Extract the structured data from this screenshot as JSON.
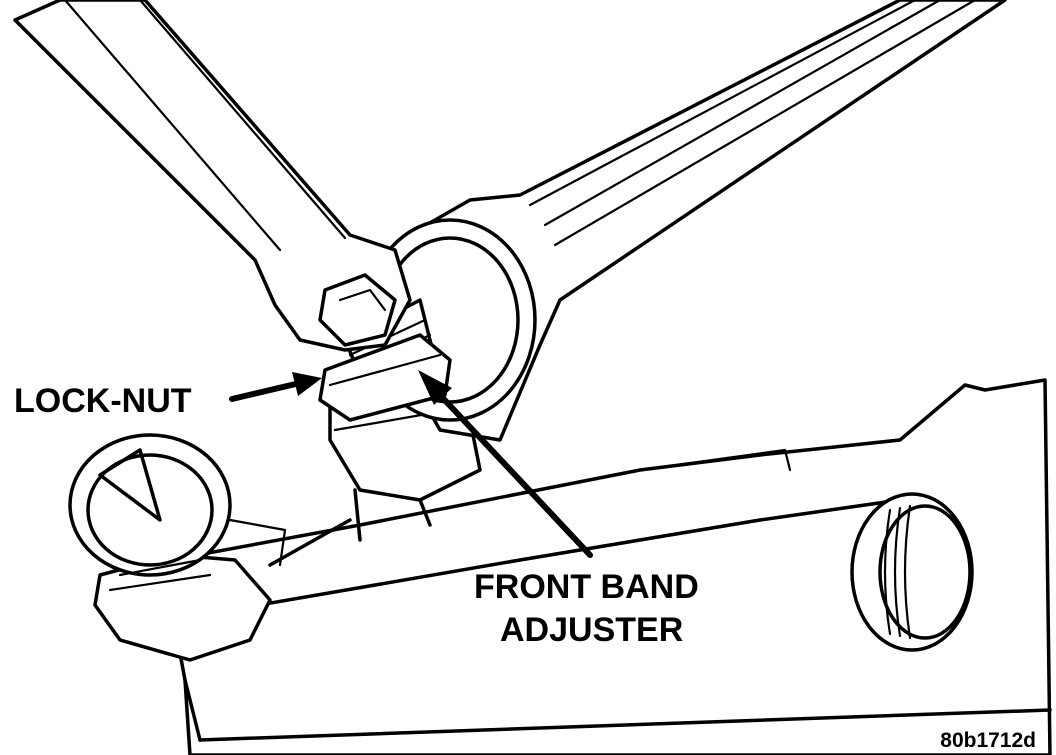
{
  "labels": {
    "lock_nut": "LOCK-NUT",
    "front_band_adjuster_line1": "FRONT BAND",
    "front_band_adjuster_line2": "ADJUSTER"
  },
  "figure_id": "80b1712d"
}
